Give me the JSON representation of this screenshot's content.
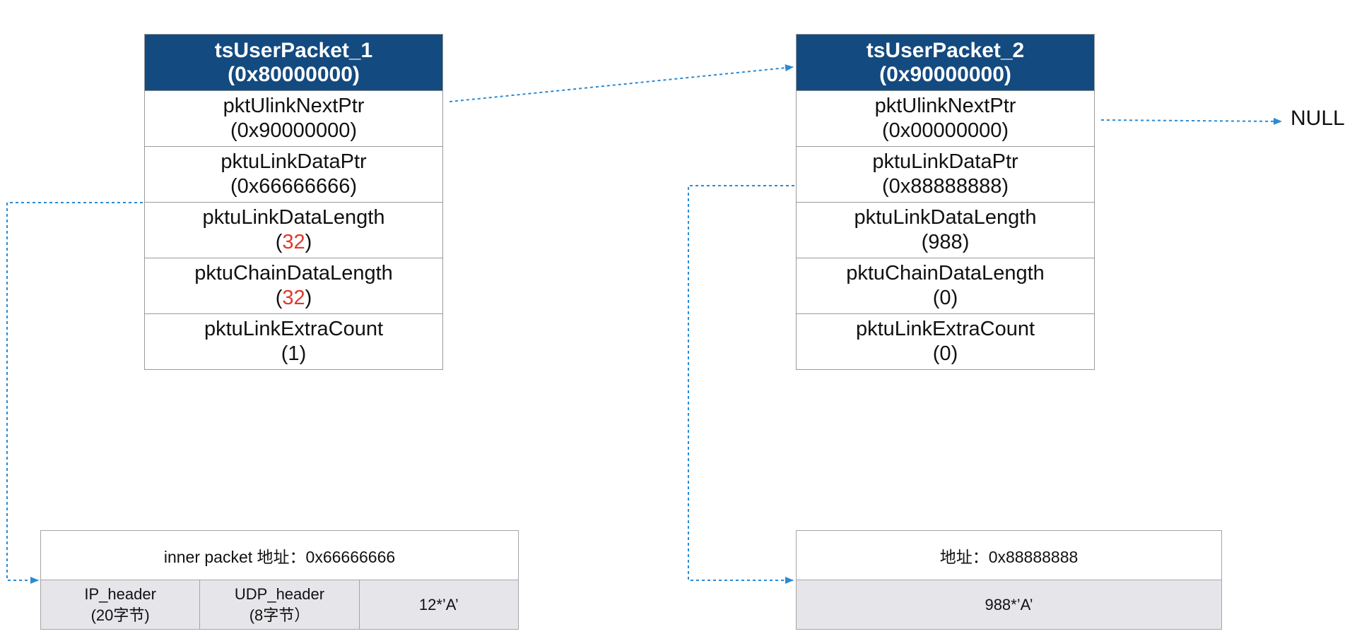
{
  "packet1": {
    "title": "tsUserPacket_1",
    "address": "(0x80000000)",
    "fields": [
      {
        "name": "pktUlinkNextPtr",
        "open": "(",
        "value": "0x90000000",
        "close": ")",
        "highlight": false
      },
      {
        "name": "pktuLinkDataPtr",
        "open": "(",
        "value": "0x66666666",
        "close": ")",
        "highlight": false
      },
      {
        "name": "pktuLinkDataLength",
        "open": "(",
        "value": "32",
        "close": ")",
        "highlight": true
      },
      {
        "name": "pktuChainDataLength",
        "open": "(",
        "value": "32",
        "close": ")",
        "highlight": true
      },
      {
        "name": "pktuLinkExtraCount",
        "open": "(",
        "value": "1",
        "close": ")",
        "highlight": false
      }
    ]
  },
  "packet2": {
    "title": "tsUserPacket_2",
    "address": "(0x90000000)",
    "fields": [
      {
        "name": "pktUlinkNextPtr",
        "open": "(",
        "value": "0x00000000",
        "close": ")",
        "highlight": false
      },
      {
        "name": "pktuLinkDataPtr",
        "open": "(",
        "value": "0x88888888",
        "close": ")",
        "highlight": false
      },
      {
        "name": "pktuLinkDataLength",
        "open": "(",
        "value": "988",
        "close": ")",
        "highlight": false
      },
      {
        "name": "pktuChainDataLength",
        "open": "(",
        "value": "0",
        "close": ")",
        "highlight": false
      },
      {
        "name": "pktuLinkExtraCount",
        "open": "(",
        "value": "0",
        "close": ")",
        "highlight": false
      }
    ]
  },
  "null_label": "NULL",
  "buffer1": {
    "title": "inner packet 地址：0x66666666",
    "cells": [
      {
        "line1": "IP_header",
        "line2": "(20字节)"
      },
      {
        "line1": "UDP_header",
        "line2": "(8字节）"
      },
      {
        "line1": "12*’A’",
        "line2": ""
      }
    ]
  },
  "buffer2": {
    "title": "地址：0x88888888",
    "cells": [
      {
        "line1": "988*’A’",
        "line2": ""
      }
    ]
  },
  "colors": {
    "header_bg": "#134a7f",
    "highlight": "#e0392b",
    "arrow": "#2a8ad4",
    "cell_bg": "#e6e6ea"
  }
}
